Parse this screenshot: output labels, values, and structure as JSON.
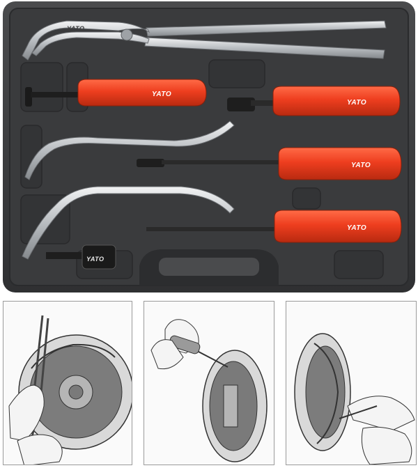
{
  "brand": "YATO",
  "colors": {
    "case": "#3a3b3d",
    "handle": "#ee3e1f",
    "steel": "#c9cccf",
    "background": "#ffffff"
  },
  "tools": [
    {
      "kind": "pliers",
      "label": "YATO"
    },
    {
      "kind": "screwdriver-hook",
      "label": "YATO"
    },
    {
      "kind": "screwdriver-cup",
      "label": "YATO"
    },
    {
      "kind": "screwdriver-straight",
      "label": "YATO"
    },
    {
      "kind": "screwdriver-bent",
      "label": "YATO"
    },
    {
      "kind": "spring-cap-tool",
      "label": "YATO"
    }
  ],
  "panels": [
    {
      "subject": "pliers-on-brake-drum"
    },
    {
      "subject": "screwdriver-on-brake-shoe"
    },
    {
      "subject": "hook-tool-on-backing-plate"
    }
  ]
}
